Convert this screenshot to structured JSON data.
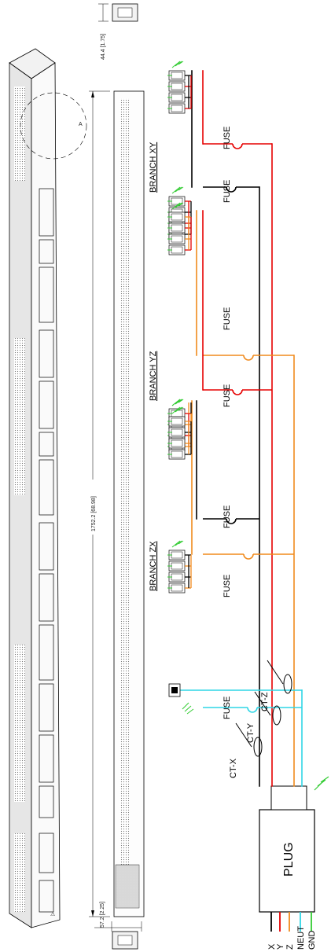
{
  "dimensions": {
    "height_top": "44.4 [1.75]",
    "length": "1752.2 [68.98]",
    "width_bottom": "57.2 [2.25]",
    "detail_label": "A"
  },
  "branches": [
    {
      "id": "xy",
      "label": "BRANCH XY"
    },
    {
      "id": "yz",
      "label": "BRANCH YZ"
    },
    {
      "id": "zx",
      "label": "BRANCH ZX"
    }
  ],
  "fuse_label": "FUSE",
  "plug_label": "PLUG",
  "current_transformers": [
    "CT-X",
    "CT-Y",
    "CT-Z"
  ],
  "wires": [
    {
      "label": "X",
      "color": "#000000"
    },
    {
      "label": "Y",
      "color": "#e60000"
    },
    {
      "label": "Z",
      "color": "#f08a1c"
    },
    {
      "label": "NEUT",
      "color": "#2fd6e6"
    },
    {
      "label": "GND",
      "color": "#33cc33"
    }
  ],
  "colors": {
    "x": "#000000",
    "y": "#e60000",
    "z": "#f08a1c",
    "neutral": "#2fd6e6",
    "ground": "#33cc33"
  }
}
